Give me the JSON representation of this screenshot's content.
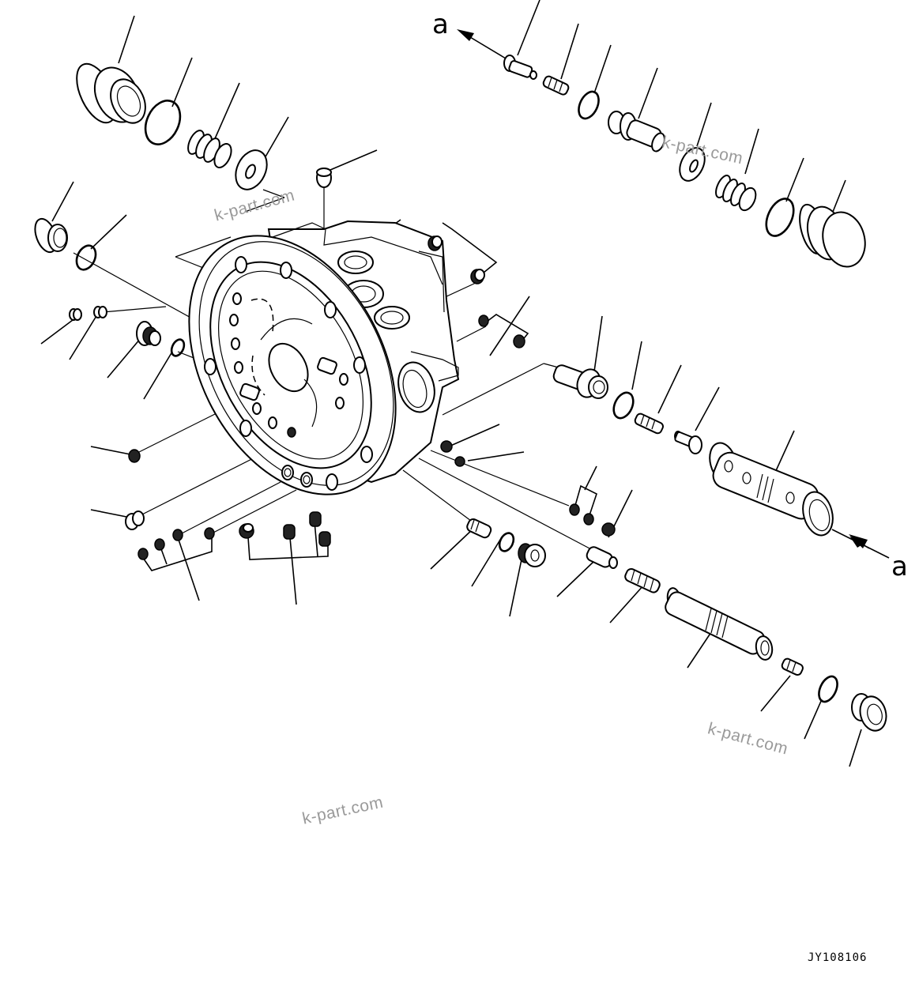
{
  "diagram": {
    "type": "exploded-parts-diagram",
    "subject": "hydraulic motor housing / valve assembly",
    "figure_code": "JY108106",
    "reference_labels": [
      {
        "id": "a-top",
        "text": "a"
      },
      {
        "id": "a-right",
        "text": "a"
      }
    ],
    "watermarks": [
      {
        "text": "k-part.com"
      },
      {
        "text": "k-part.com"
      },
      {
        "text": "k-part.com"
      },
      {
        "text": "k-part.com"
      }
    ],
    "parts": [
      {
        "name": "plug-large-top-left"
      },
      {
        "name": "o-ring-top-left"
      },
      {
        "name": "spring-top-left"
      },
      {
        "name": "washer-top-left"
      },
      {
        "name": "plug-small-left"
      },
      {
        "name": "o-ring-small-left"
      },
      {
        "name": "motor-housing"
      },
      {
        "name": "valve-poppet-top"
      },
      {
        "name": "spring-small-top"
      },
      {
        "name": "o-ring-top-right"
      },
      {
        "name": "valve-stem-top-right"
      },
      {
        "name": "washer-top-right"
      },
      {
        "name": "spring-top-right"
      },
      {
        "name": "o-ring-top-right-2"
      },
      {
        "name": "plug-large-top-right"
      },
      {
        "name": "valve-seat-right"
      },
      {
        "name": "o-ring-right"
      },
      {
        "name": "spring-right"
      },
      {
        "name": "poppet-right"
      },
      {
        "name": "valve-sleeve-right"
      },
      {
        "name": "spool-bottom-right"
      },
      {
        "name": "spring-bottom-right"
      },
      {
        "name": "spring-small-bottom-right"
      },
      {
        "name": "o-ring-bottom-right"
      },
      {
        "name": "plug-bottom-right"
      },
      {
        "name": "set-screws-group"
      },
      {
        "name": "plugs-group-bottom"
      }
    ]
  }
}
